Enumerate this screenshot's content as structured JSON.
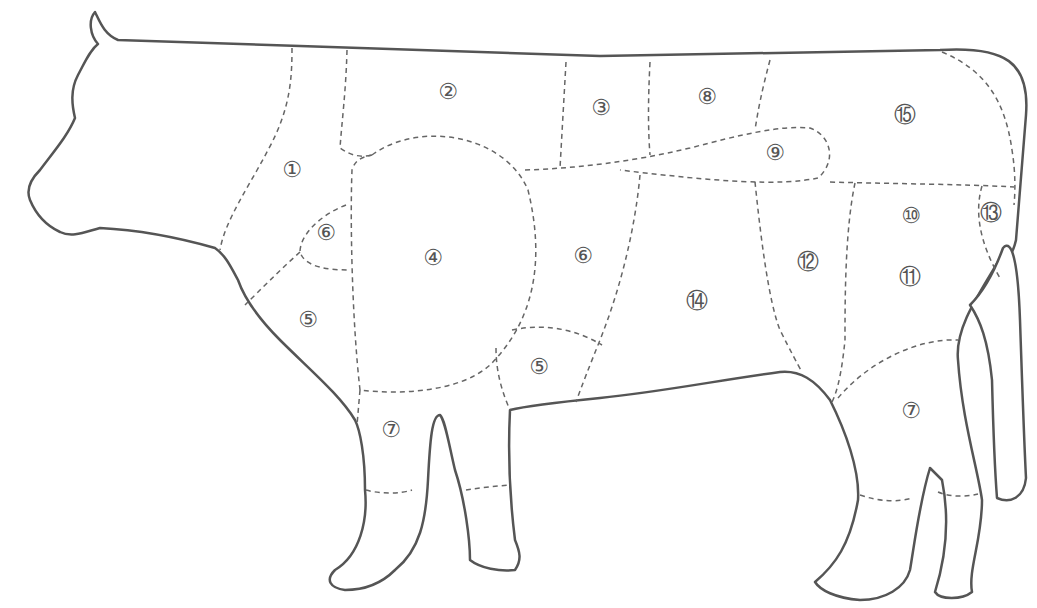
{
  "diagram": {
    "labels": [
      "②",
      "⑧",
      "③",
      "⑮",
      "⑨",
      "①",
      "⑬",
      "⑩",
      "⑥",
      "④",
      "⑥",
      "⑫",
      "⑪",
      "⑭",
      "⑤",
      "⑤",
      "⑦",
      "⑦"
    ]
  }
}
